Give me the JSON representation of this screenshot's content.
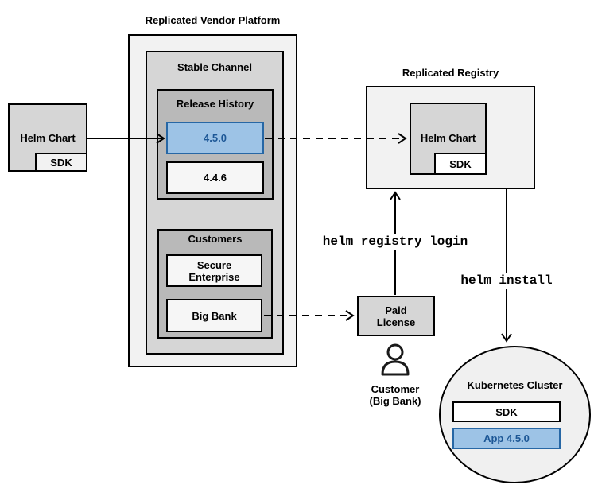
{
  "colors": {
    "accent_fill": "#9dc3e6",
    "accent_border": "#2767a5",
    "accent_text": "#1d5796",
    "box_border": "#000000",
    "gray_light": "#f2f2f2",
    "gray_medium": "#d6d6d6",
    "gray_dark": "#b9b9b9"
  },
  "platform": {
    "title": "Replicated Vendor Platform"
  },
  "stable_channel": {
    "title": "Stable Channel"
  },
  "release_history": {
    "title": "Release History",
    "releases": [
      {
        "version": "4.5.0",
        "highlighted": true
      },
      {
        "version": "4.4.6",
        "highlighted": false
      }
    ]
  },
  "customers": {
    "title": "Customers",
    "items": [
      {
        "name": "Secure Enterprise"
      },
      {
        "name": "Big Bank"
      }
    ]
  },
  "vendor_helm_chart": {
    "title": "Helm Chart",
    "sdk_label": "SDK"
  },
  "registry": {
    "title": "Replicated Registry",
    "helm_chart": {
      "title": "Helm Chart",
      "sdk_label": "SDK"
    }
  },
  "paid_license": {
    "label": "Paid License"
  },
  "customer": {
    "label": "Customer (Big Bank)"
  },
  "edge_labels": {
    "registry_login": "helm registry login",
    "helm_install": "helm install"
  },
  "cluster": {
    "title": "Kubernetes Cluster",
    "sdk_label": "SDK",
    "app_label": "App 4.5.0"
  }
}
